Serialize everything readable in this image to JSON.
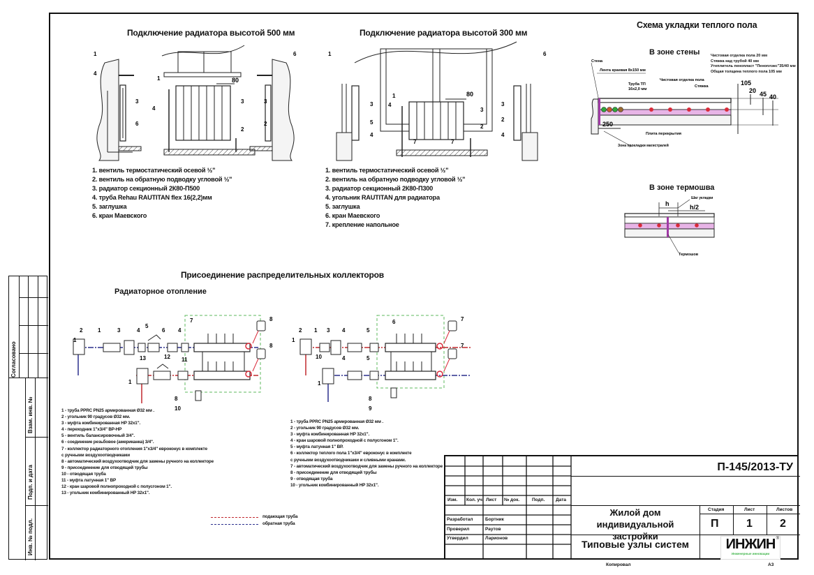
{
  "headings": {
    "radiator_500": "Подключение радиатора высотой 500 мм",
    "radiator_300": "Подключение радиатора высотой 300 мм",
    "floor_scheme": "Схема укладки теплого пола",
    "zone_wall": "В зоне стены",
    "zone_thermo": "В зоне термошва",
    "collectors": "Присоединение распределительных коллекторов",
    "radiator_heating": "Радиаторное отопление"
  },
  "legend_500": [
    "1. вентиль термостатический  осевой ½\"",
    "2. вентиль на обратную подводку угловой ½\"",
    "3. радиатор секционный 2К80-П500",
    "4. труба Rehau RAUTITAN flex 16(2,2)мм",
    "5. заглушка",
    "6. кран Маевского"
  ],
  "legend_300": [
    "1. вентиль термостатический  осевой ½\"",
    "2. вентиль на обратную подводку угловой ½\"",
    "3. радиатор секционный 2К80-П300",
    "4. угольник RAUTITAN для радиатора",
    "5. заглушка",
    "6. кран Маевского",
    "7. крепление напольное"
  ],
  "dims": {
    "d80": "80",
    "d105": "105",
    "d20": "20",
    "d45": "45",
    "d40": "40",
    "d250": "250",
    "h": "h",
    "h2": "h/2"
  },
  "floor_notes": [
    "Чистовая отделка пола 20 мм",
    "Стяжка над трубой 40 мм",
    "Утеплитель пенопласт \"Пеноплэкс\"35/40 мм",
    "Общая толщина теплого пола 105 мм"
  ],
  "floor_labels": {
    "wall": "Стена",
    "edge_tape": "Лента краевая 8х150 мм",
    "pipe": "Труба ТП",
    "pipe_size": "16х2,0 мм",
    "finish": "Чистовая отделка пола",
    "screed": "Стяжка",
    "slab": "Плита перекрытия",
    "dense_zone": "Зона прокладки магистралей",
    "step": "Шаг укладки",
    "thermo": "Термошов"
  },
  "legend_collector_1": [
    "1 - труба PPRC PN25 армированная Ø32 мм .",
    "2 - угольник 90 градусов Ø32 мм.",
    "3 - муфта комбинированная HP 32х1\".",
    "4 - переходник 1\"х3/4\" ВР-НР",
    "5 - вентиль балансировочный 3/4\".",
    "6 - соединение резьбовое (американка) 3/4\".",
    "7 - коллектор радиаторного отопления  1\"х3/4\" евроконус в комплекте",
    "с ручными воздухоотводчиками",
    "8 - автоматический воздухоотводчик для замены ручного на коллекторе",
    "9 - присоединение для отводящей трубы",
    "10 - отводящая труба",
    "11 - муфта латунная 1\" ВР",
    "12 - кран шаровой полнопроходной с полусгоном 1\".",
    "13 - угольник комбинированный HP 32х1\"."
  ],
  "legend_collector_2": [
    "1 - труба PPRC PN25 армированная Ø32 мм .",
    "2 - угольник 90 градусов Ø32 мм.",
    "3 - муфта комбинированная HP 32х1\".",
    "4 - кран шаровой полнопроходной с полусгоном 1\".",
    "5 - муфта латунная 1\" ВР.",
    "6 - коллектор теплого пола  1\"х3/4\" евроконус в комплекте",
    "  с  ручными воздухоотводчиками и сливными кранами.",
    "7 - автоматический воздухоотводчик для замены ручного на коллекторе",
    "8 - присоединение для отводящей трубы",
    "9 - отводящая труба",
    "10 - угольник комбинированный HP 32х1\"."
  ],
  "line_legend": [
    {
      "label": "подающая труба",
      "color": "#c0282d"
    },
    {
      "label": "обратная труба",
      "color": "#2a2f8c"
    }
  ],
  "colors": {
    "supply": "#c0282d",
    "return": "#2a2f8c",
    "collector_box": "#5cb85c",
    "insulation": "#e7b4e6",
    "logo_green": "#3fb54a"
  },
  "side_strip": {
    "agreed": "Согласовано",
    "inv_replace": "Взам. инв. №",
    "sign_date": "Подп. и дата",
    "inv_orig": "Инв. № подл."
  },
  "stamp": {
    "code": "П-145/2013-ТУ",
    "headers": [
      "Изм.",
      "Кол. уч.",
      "Лист",
      "№ док.",
      "Подп.",
      "Дата"
    ],
    "roles": [
      {
        "role": "Разработал",
        "name": "Бортник"
      },
      {
        "role": "Проверил",
        "name": "Раутов"
      },
      {
        "role": "Утвердил",
        "name": "Ларионов"
      }
    ],
    "object": "Жилой дом индивидуальной застройки",
    "object_l1": "Жилой дом индивидуальной",
    "object_l2": "застройки",
    "sheet_title": "Типовые узлы систем",
    "stage_label": "Стадия",
    "sheet_label": "Лист",
    "sheets_label": "Листов",
    "stage": "П",
    "sheet": "1",
    "sheets": "2",
    "logo": "ИНЖИН",
    "logo_sub": "Инженерные инновации",
    "logo_reg": "®",
    "copied": "Копировал",
    "format": "А3"
  }
}
